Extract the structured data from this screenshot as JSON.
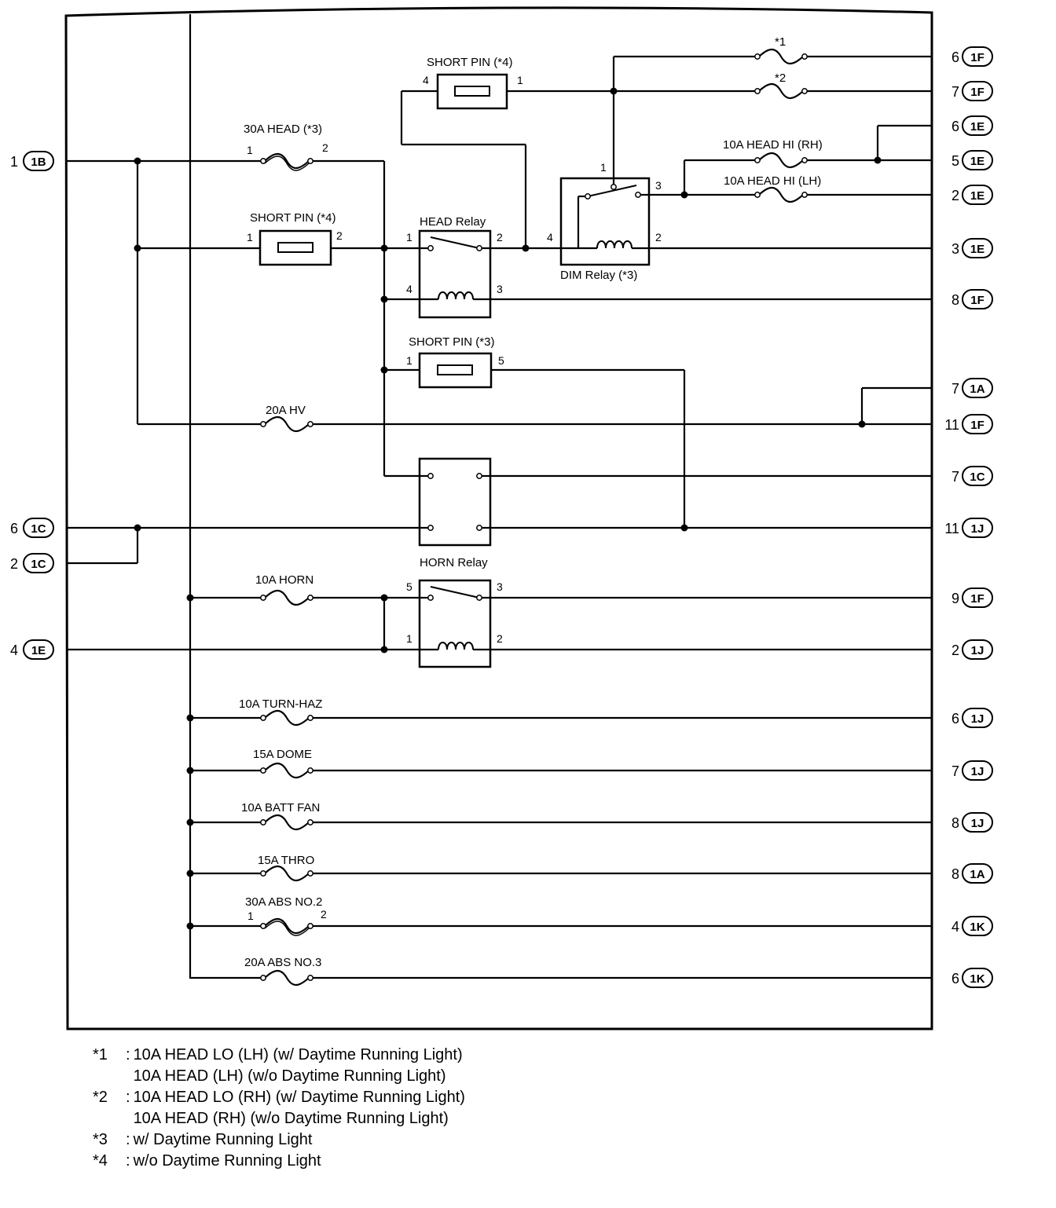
{
  "fuses": {
    "head30": "30A HEAD (*3)",
    "hv20": "20A HV",
    "horn10": "10A HORN",
    "turnhaz10": "10A TURN-HAZ",
    "dome15": "15A DOME",
    "battfan10": "10A BATT FAN",
    "thro15": "15A THRO",
    "abs2_30": "30A ABS NO.2",
    "abs3_20": "20A ABS NO.3",
    "headhi_rh": "10A HEAD HI (RH)",
    "headhi_lh": "10A HEAD HI (LH)",
    "star1": "*1",
    "star2": "*2"
  },
  "short_pins": {
    "top": "SHORT PIN (*4)",
    "left": "SHORT PIN (*4)",
    "mid": "SHORT PIN (*3)"
  },
  "relays": {
    "head": "HEAD Relay",
    "dim": "DIM Relay (*3)",
    "horn": "HORN Relay"
  },
  "pins": {
    "one": "1",
    "two": "2",
    "three": "3",
    "four": "4",
    "five": "5"
  },
  "left_connectors": [
    {
      "num": "1",
      "id": "1B"
    },
    {
      "num": "6",
      "id": "1C"
    },
    {
      "num": "2",
      "id": "1C"
    },
    {
      "num": "4",
      "id": "1E"
    }
  ],
  "right_connectors": [
    {
      "num": "6",
      "id": "1F"
    },
    {
      "num": "7",
      "id": "1F"
    },
    {
      "num": "6",
      "id": "1E"
    },
    {
      "num": "5",
      "id": "1E"
    },
    {
      "num": "2",
      "id": "1E"
    },
    {
      "num": "3",
      "id": "1E"
    },
    {
      "num": "8",
      "id": "1F"
    },
    {
      "num": "7",
      "id": "1A"
    },
    {
      "num": "11",
      "id": "1F"
    },
    {
      "num": "7",
      "id": "1C"
    },
    {
      "num": "11",
      "id": "1J"
    },
    {
      "num": "9",
      "id": "1F"
    },
    {
      "num": "2",
      "id": "1J"
    },
    {
      "num": "6",
      "id": "1J"
    },
    {
      "num": "7",
      "id": "1J"
    },
    {
      "num": "8",
      "id": "1J"
    },
    {
      "num": "8",
      "id": "1A"
    },
    {
      "num": "4",
      "id": "1K"
    },
    {
      "num": "6",
      "id": "1K"
    }
  ],
  "notes": [
    {
      "key": "*1",
      "text": "10A HEAD LO (LH) (w/ Daytime Running Light)"
    },
    {
      "key": "",
      "text": "10A HEAD (LH) (w/o Daytime Running Light)"
    },
    {
      "key": "*2",
      "text": "10A HEAD LO (RH) (w/ Daytime Running Light)"
    },
    {
      "key": "",
      "text": "10A HEAD (RH) (w/o Daytime Running Light)"
    },
    {
      "key": "*3",
      "text": "w/ Daytime Running Light"
    },
    {
      "key": "*4",
      "text": "w/o Daytime Running Light"
    }
  ]
}
